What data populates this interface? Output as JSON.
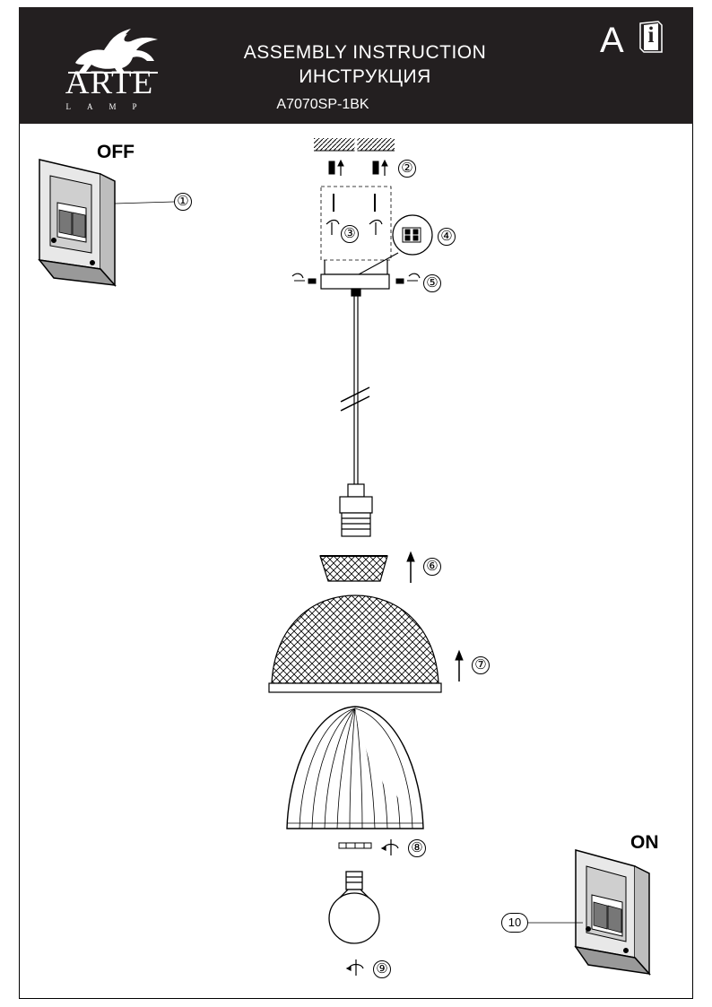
{
  "header": {
    "brand": "ARTE",
    "brand_sub": "LAMP",
    "title_en": "ASSEMBLY  INSTRUCTION",
    "title_ru": "ИНСТРУКЦИЯ",
    "model": "A7070SP-1BK",
    "category_letter": "A",
    "info_glyph": "i"
  },
  "switches": {
    "off_label": "OFF",
    "on_label": "ON"
  },
  "steps": [
    "①",
    "②",
    "③",
    "④",
    "⑤",
    "⑥",
    "⑦",
    "⑧",
    "⑨",
    "10"
  ],
  "icons": {
    "logo": "griffin-logo-icon",
    "info": "info-book-icon"
  },
  "colors": {
    "header_bg": "#231f20",
    "ink": "#000000"
  }
}
